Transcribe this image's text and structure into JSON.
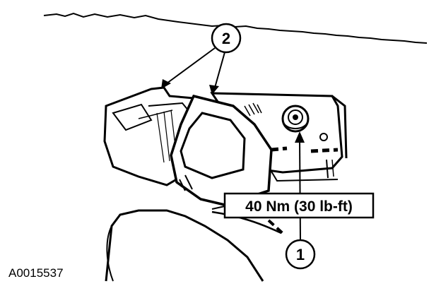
{
  "diagram": {
    "callouts": [
      {
        "number": "2"
      },
      {
        "number": "1"
      }
    ],
    "torque_label": "40 Nm (30 lb-ft)",
    "figure_id": "A0015537"
  },
  "colors": {
    "ink": "#000000",
    "paper": "#ffffff"
  }
}
